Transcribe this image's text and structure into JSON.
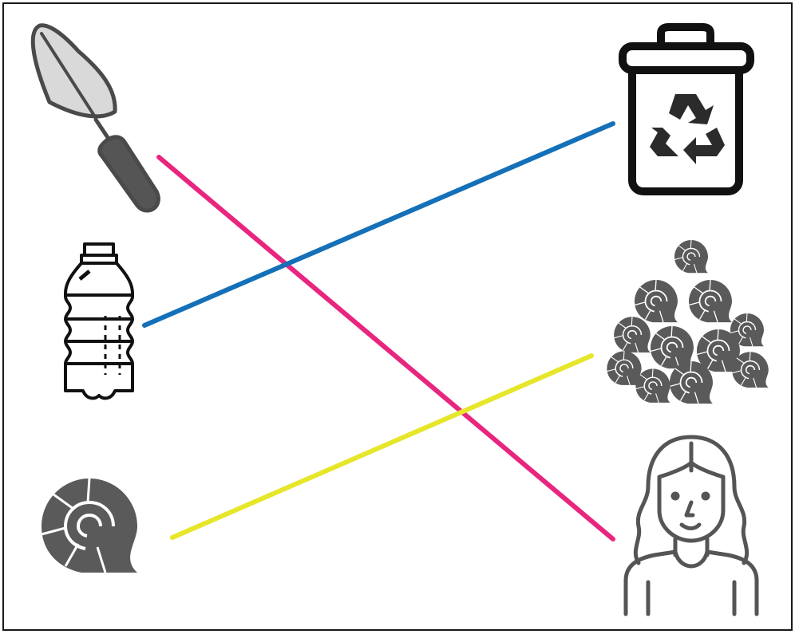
{
  "colors": {
    "frame": "#1a1a1a",
    "icon_gray": "#555555",
    "icon_light": "#d9d9d9",
    "line_pink": "#e8257f",
    "line_blue": "#1470b8",
    "line_yellow": "#e6e62a"
  },
  "left_items": [
    {
      "id": "trowel",
      "icon": "trowel-icon"
    },
    {
      "id": "bottle",
      "icon": "plastic-bottle-icon"
    },
    {
      "id": "shell",
      "icon": "ammonite-shell-icon"
    }
  ],
  "right_items": [
    {
      "id": "recycle-bin",
      "icon": "recycle-bin-icon"
    },
    {
      "id": "shell-pile",
      "icon": "shell-pile-icon"
    },
    {
      "id": "woman",
      "icon": "woman-icon"
    }
  ],
  "connections": [
    {
      "from": "trowel",
      "to": "woman",
      "color": "#e8257f"
    },
    {
      "from": "bottle",
      "to": "recycle-bin",
      "color": "#1470b8"
    },
    {
      "from": "shell",
      "to": "shell-pile",
      "color": "#e6e62a"
    }
  ]
}
